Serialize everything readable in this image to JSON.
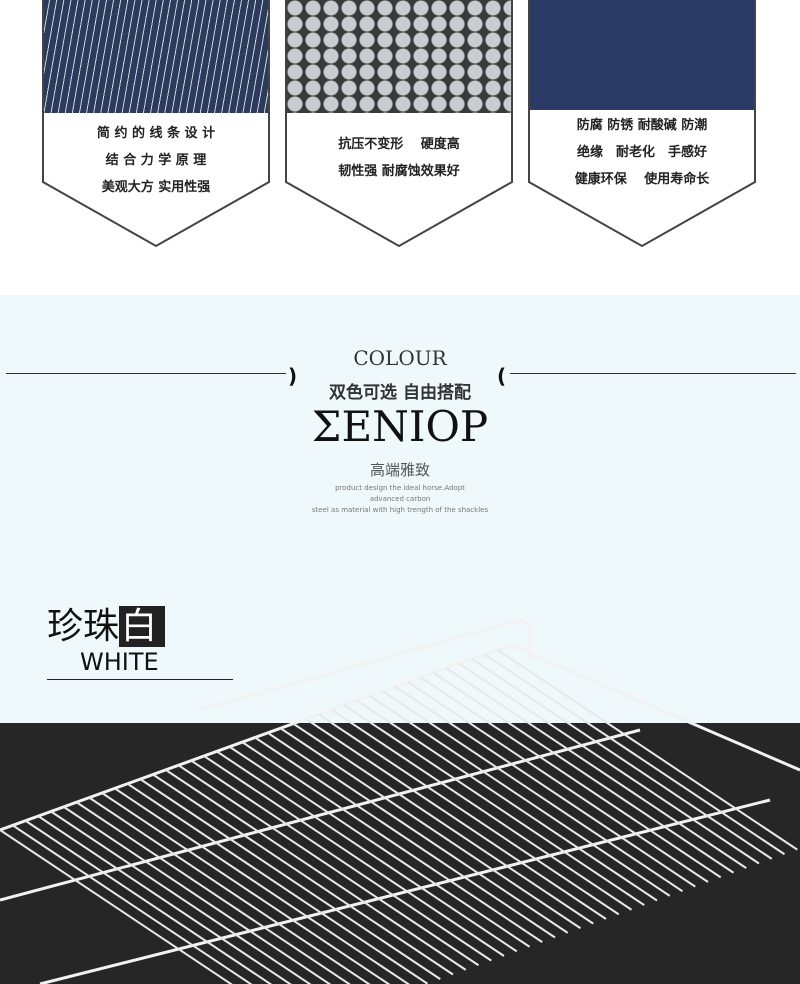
{
  "features": [
    {
      "lines": [
        "简 约 的 线 条 设 计",
        "结 合 力 学 原 理",
        "美观大方 实用性强"
      ]
    },
    {
      "lines": [
        "抗压不变形　 硬度高",
        "韧性强 耐腐蚀效果好"
      ]
    },
    {
      "lines": [
        "防腐 防锈 耐酸碱 防潮",
        "绝缘　耐老化　手感好",
        "健康环保　 使用寿命长"
      ]
    }
  ],
  "colour": {
    "heading": "COLOUR",
    "subheading": "双色可选 自由搭配",
    "brand": "ΣENIOP",
    "tagline": "高端雅致",
    "desc": [
      "product design the ideal horse.Adopt",
      "advanced carbon",
      "steel as material with high trength of the shackles"
    ]
  },
  "variant": {
    "name_cn": "珍珠",
    "name_cn_highlight": "白",
    "name_en": "WHITE"
  },
  "colors": {
    "mid_bg": "#eff9fc",
    "dark_bg": "#262626"
  }
}
